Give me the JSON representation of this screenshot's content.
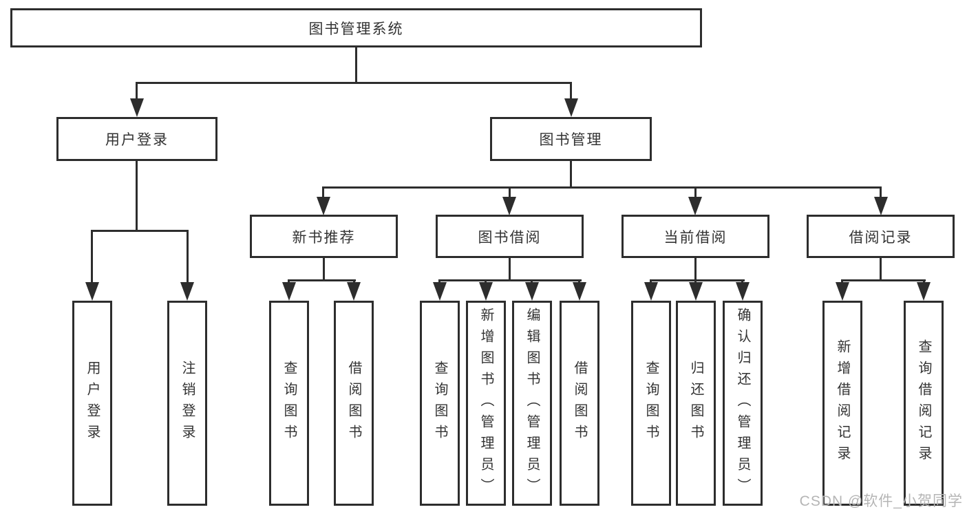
{
  "diagram": {
    "title_note": "functional structure chart of a library management system",
    "root": {
      "label": "图书管理系统"
    },
    "level2": [
      {
        "label": "用户登录"
      },
      {
        "label": "图书管理"
      }
    ],
    "level3": [
      {
        "label": "新书推荐",
        "parent": "图书管理"
      },
      {
        "label": "图书借阅",
        "parent": "图书管理"
      },
      {
        "label": "当前借阅",
        "parent": "图书管理"
      },
      {
        "label": "借阅记录",
        "parent": "图书管理"
      }
    ],
    "leaves": [
      {
        "label": "用户登录",
        "parent": "用户登录"
      },
      {
        "label": "注销登录",
        "parent": "用户登录"
      },
      {
        "label": "查询图书",
        "parent": "新书推荐"
      },
      {
        "label": "借阅图书",
        "parent": "新书推荐"
      },
      {
        "label": "查询图书",
        "parent": "图书借阅"
      },
      {
        "label": "新增图书（管理员）",
        "parent": "图书借阅"
      },
      {
        "label": "编辑图书（管理员）",
        "parent": "图书借阅"
      },
      {
        "label": "借阅图书",
        "parent": "图书借阅"
      },
      {
        "label": "查询图书",
        "parent": "当前借阅"
      },
      {
        "label": "归还图书",
        "parent": "当前借阅"
      },
      {
        "label": "确认归还（管理员）",
        "parent": "当前借阅"
      },
      {
        "label": "新增借阅记录",
        "parent": "借阅记录"
      },
      {
        "label": "查询借阅记录",
        "parent": "借阅记录"
      }
    ]
  },
  "watermark": {
    "text": "CSDN @软件_小贺同学"
  },
  "colors": {
    "line": "#2d2d2d",
    "text": "#333333",
    "background": "#ffffff",
    "watermark": "#b5b5b5"
  }
}
